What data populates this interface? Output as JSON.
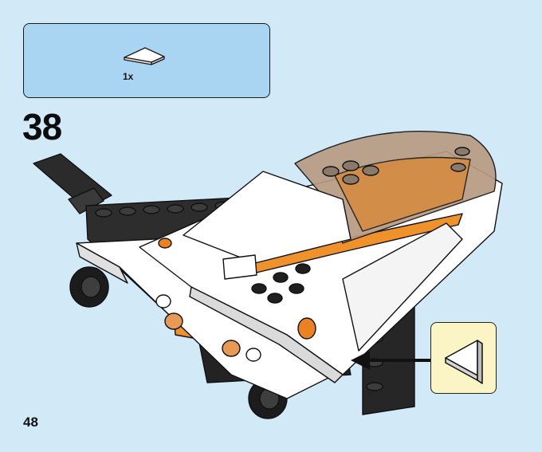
{
  "parts_callout": {
    "items": [
      {
        "icon": "white-wedge-tile-icon",
        "quantity": "1x"
      }
    ]
  },
  "step": {
    "number": "38"
  },
  "page": {
    "number": "48"
  },
  "model": {
    "icon": "spaceship-model-illustration"
  },
  "detail_callout": {
    "icon": "white-wedge-tile-detail-icon",
    "arrow": "pointer-arrow-icon"
  },
  "colors": {
    "background": "#d2e9f7",
    "parts_box": "#a9d5f3",
    "detail_box": "#fbf5c6",
    "orange": "#f0922b",
    "dark_grey": "#2b2b2b"
  }
}
